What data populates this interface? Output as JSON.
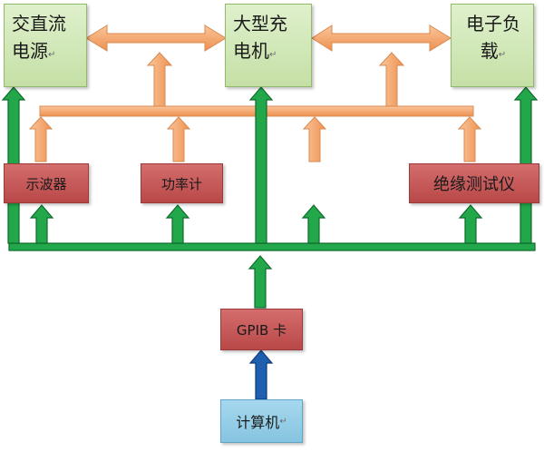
{
  "nodes": {
    "ac_power": {
      "line1": "交直流",
      "line2": "电源"
    },
    "charger": {
      "line1": "大型充",
      "line2": "电机"
    },
    "electronic_load": {
      "line1": "电子负",
      "line2": "载"
    },
    "oscilloscope": {
      "label": "示波器"
    },
    "power_meter": {
      "label": "功率计"
    },
    "insulation_tester": {
      "label": "绝缘测试仪"
    },
    "gpib_card": {
      "label": "GPIB 卡"
    },
    "computer": {
      "label": "计算机"
    }
  },
  "return_mark": "↵",
  "colors": {
    "green_box": "#c5e0a6",
    "red_box": "#b94848",
    "blue_box": "#86c4e0",
    "green_bus": "#22a84a",
    "orange_bus": "#f3a266",
    "blue_arrow": "#1f5fb0"
  }
}
